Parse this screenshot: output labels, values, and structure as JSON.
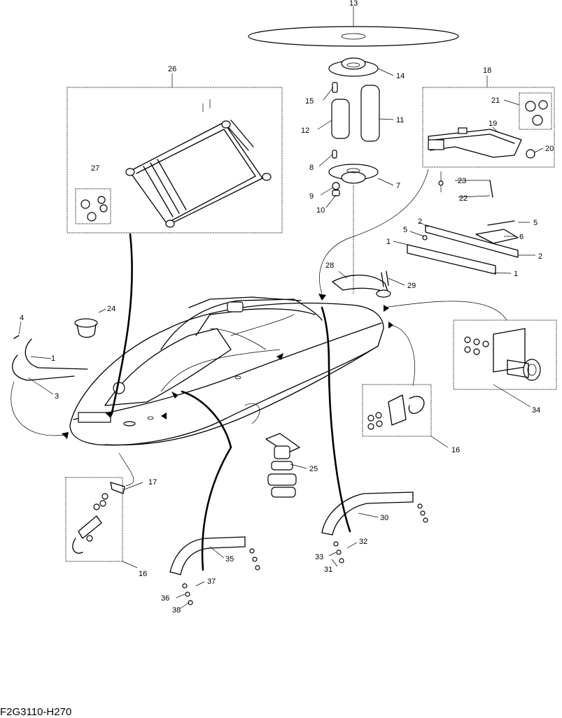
{
  "drawing_code": "F2G3110-H270",
  "callouts": [
    "1",
    "1",
    "2",
    "2",
    "3",
    "4",
    "5",
    "5",
    "6",
    "7",
    "8",
    "9",
    "10",
    "11",
    "12",
    "13",
    "14",
    "15",
    "16",
    "16",
    "16",
    "17",
    "18",
    "19",
    "20",
    "21",
    "22",
    "23",
    "24",
    "25",
    "26",
    "27",
    "28",
    "29",
    "30",
    "31",
    "32",
    "33",
    "34",
    "35",
    "36",
    "37",
    "38"
  ]
}
